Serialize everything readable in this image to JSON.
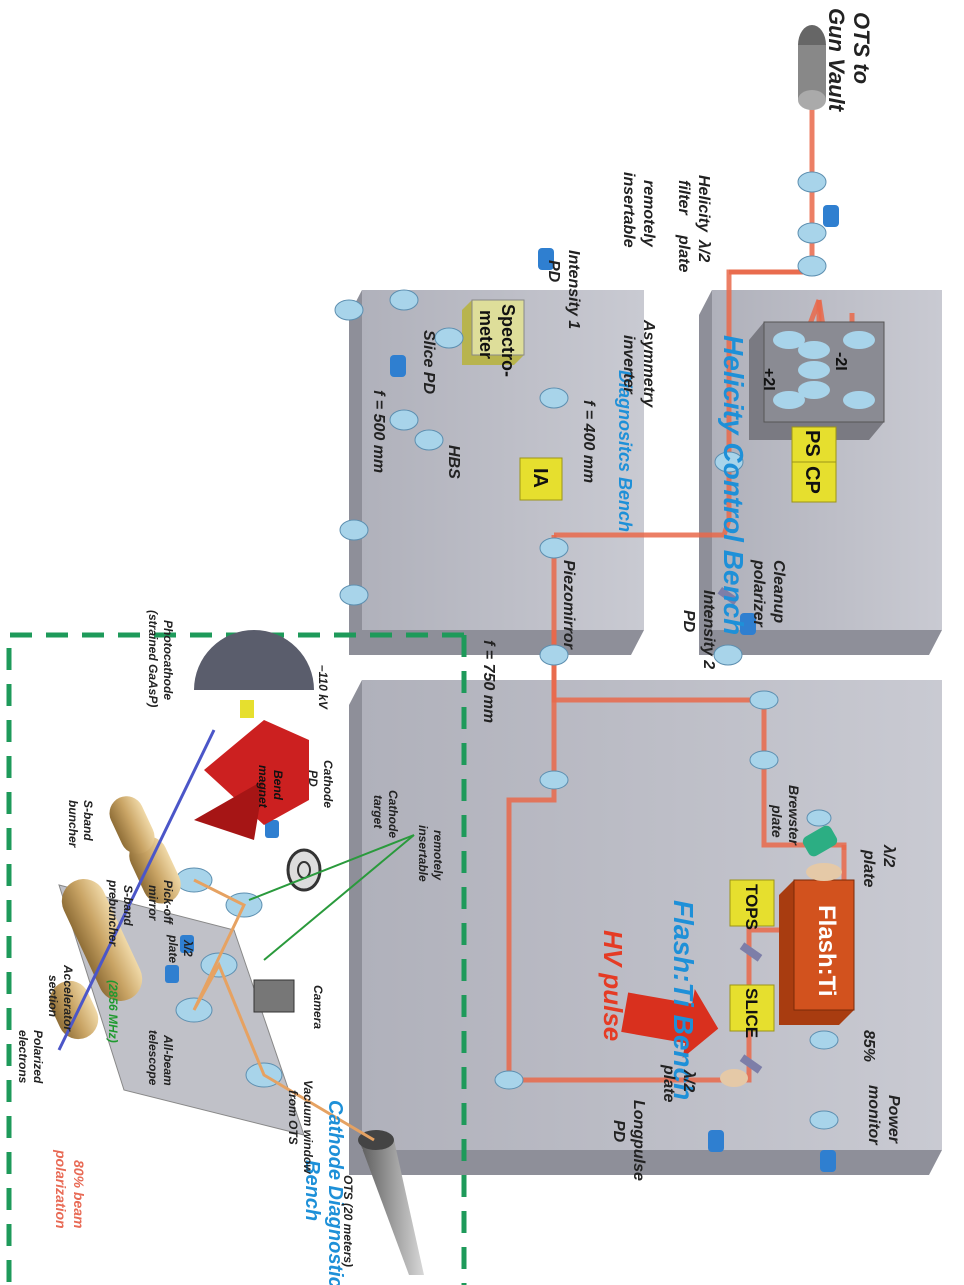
{
  "benches": {
    "diagnostics": "Diagnositcs Bench",
    "flash_ti": "Flash:Ti Bench",
    "helicity": "Helicity Control Bench",
    "cathode_1": "Cathode Diagnostics",
    "cathode_2": "Bench"
  },
  "components": {
    "spectrometer_1": "Spectro-",
    "spectrometer_2": "meter",
    "flash_ti": "Flash:Ti",
    "tops": "TOPS",
    "slice": "SLICE",
    "ia": "IA",
    "ps": "PS",
    "cp": "CP",
    "minus_2i": "-2I",
    "plus_2i": "+2I"
  },
  "labels": {
    "ots_gun_1": "OTS to",
    "ots_gun_2": "Gun Vault",
    "slice_pd": "Slice PD",
    "hbs": "HBS",
    "f500": "f = 500 mm",
    "f750": "f = 750 mm",
    "f400": "f = 400 mm",
    "half_plate_1": "λ/2",
    "half_plate_2": "plate",
    "brewster_1": "Brewster",
    "brewster_2": "plate",
    "pct85": "85%",
    "power_monitor_1": "Power",
    "power_monitor_2": "monitor",
    "half_plate_b_1": "λ/2",
    "half_plate_b_2": "plate",
    "longpulse_1": "Longpulse",
    "longpulse_2": "PD",
    "hv_pulse": "HV pulse",
    "intensity1_1": "Intensity 1",
    "intensity1_2": "PD",
    "piezomirror": "Piezomirror",
    "cleanup_1": "Cleanup",
    "cleanup_2": "polarizer",
    "intensity2_1": "Intensity 2",
    "intensity2_2": "PD",
    "helicity_filter_1": "Helicity",
    "helicity_filter_2": "filter",
    "helicity_plate_1": "λ/2",
    "helicity_plate_2": "plate",
    "remotely_ins_1": "remotely",
    "remotely_ins_2": "insertable",
    "asym_1": "Asymmetry",
    "asym_2": "inverter",
    "ots20": "OTS (20 meters)",
    "vac_window_1": "Vacuum window",
    "vac_window_2": "from OTS",
    "camera": "Camera",
    "remote_ins_1": "remotely",
    "remote_ins_2": "insertable",
    "cathode_target_1": "Cathode",
    "cathode_target_2": "target",
    "cathode_pd_1": "Cathode",
    "cathode_pd_2": "PD",
    "pickoff_1": "Pick-off",
    "pickoff_2": "mirror",
    "plate_half_1": "λ/2",
    "plate_half_2": "plate",
    "allbeam_1": "All-beam",
    "allbeam_2": "telescope",
    "freq": "(2856 MHz)",
    "sband_pre_1": "S-band",
    "sband_pre_2": "prebuncher",
    "bend_1": "Bend",
    "bend_2": "magnet",
    "kv": "–110 kV",
    "sband_b_1": "S-band",
    "sband_b_2": "buncher",
    "accel_1": "Accelerator",
    "accel_2": "section",
    "pol_e_1": "Polarized",
    "pol_e_2": "electrons",
    "beam_pol_1": "80% beam",
    "beam_pol_2": "polarization",
    "photocathode_1": "Photocathode",
    "photocathode_2": "(strained GaAsP)"
  },
  "colors": {
    "bench": "#bcbdc6",
    "bench_dark": "#8e8f99",
    "laser": "#e9694a",
    "bench_title": "#1e90d8",
    "hv": "#e53b24",
    "divider": "#1e9a5a",
    "optic": "#a8d4ea",
    "detector": "#2f7fd0",
    "pockels": "#e6df2e",
    "flash_ti": "#d2521e"
  }
}
